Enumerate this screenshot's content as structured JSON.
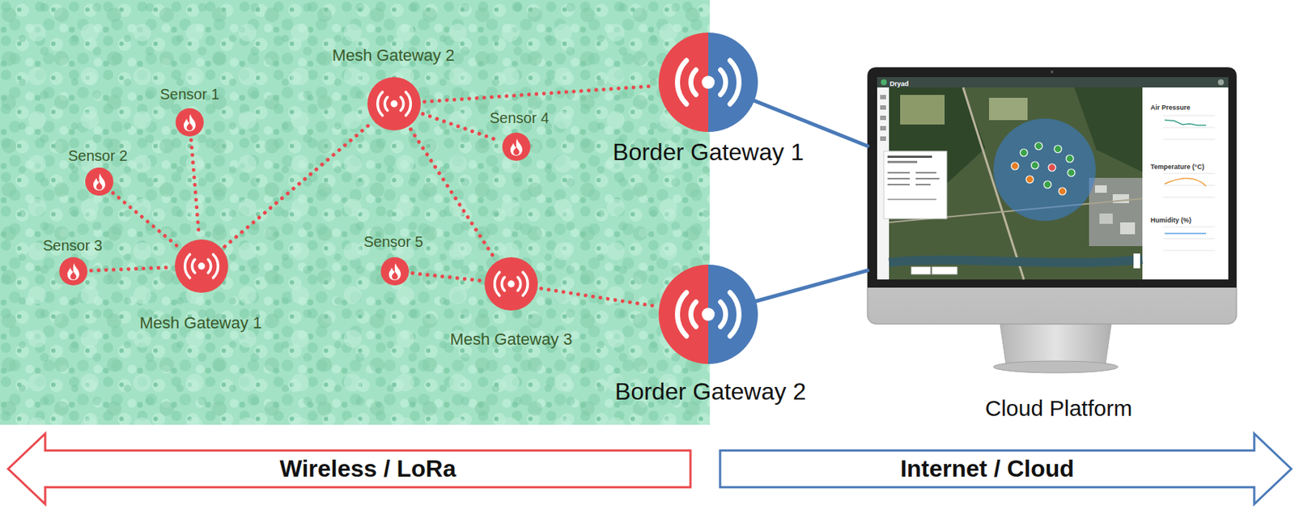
{
  "diagram": {
    "nodes": [
      {
        "text": [
          "Sensor 1"
        ]
      },
      {
        "text": [
          "Sensor 2"
        ]
      },
      {
        "text": [
          "Sensor 3"
        ]
      },
      {
        "text": [
          "Sensor 4"
        ]
      },
      {
        "text": [
          "Sensor 5"
        ]
      },
      {
        "text": [
          "Mesh Gateway 1"
        ]
      },
      {
        "text": [
          "Mesh Gateway 2"
        ]
      },
      {
        "text": [
          "Mesh Gateway 3"
        ]
      },
      {
        "text": [
          "Border Gateway 1"
        ]
      },
      {
        "text": [
          "Border Gateway 2"
        ]
      },
      {
        "text": [
          "Cloud Platform"
        ]
      },
      {
        "text": [
          "Wireless / LoRa"
        ]
      },
      {
        "text": [
          "Internet / Cloud"
        ]
      }
    ],
    "edges": [
      {
        "from": 0,
        "to": 5,
        "arrow": "none"
      },
      {
        "from": 1,
        "to": 5,
        "arrow": "none"
      },
      {
        "from": 2,
        "to": 5,
        "arrow": "none"
      },
      {
        "from": 5,
        "to": 6,
        "arrow": "none"
      },
      {
        "from": 6,
        "to": 3,
        "arrow": "none"
      },
      {
        "from": 6,
        "to": 8,
        "arrow": "none"
      },
      {
        "from": 6,
        "to": 7,
        "arrow": "none"
      },
      {
        "from": 4,
        "to": 7,
        "arrow": "none"
      },
      {
        "from": 7,
        "to": 9,
        "arrow": "none"
      },
      {
        "from": 8,
        "to": 10,
        "arrow": "none"
      },
      {
        "from": 9,
        "to": 10,
        "arrow": "none"
      }
    ],
    "labels": [
      "Dryad",
      "Air Pressure",
      "Temperature (°C)",
      "Humidity (%)"
    ]
  }
}
